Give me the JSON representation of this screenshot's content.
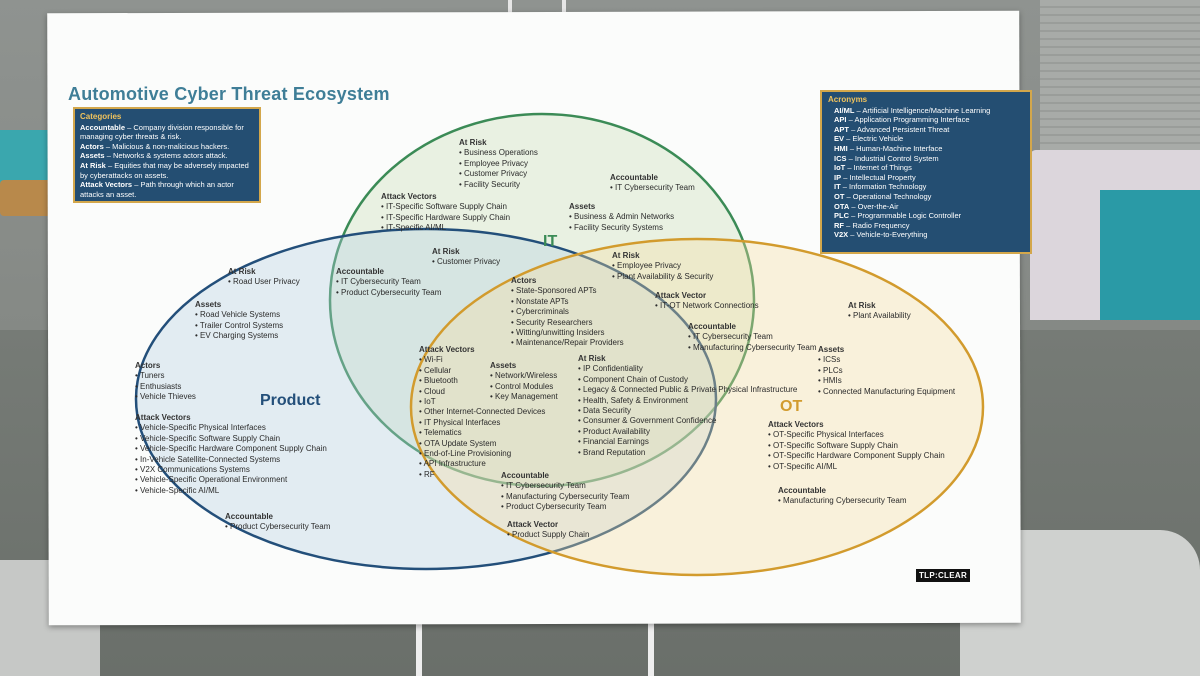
{
  "poster": {
    "title": "Automotive Cyber Threat Ecosystem",
    "tlp": "TLP:CLEAR"
  },
  "categories": {
    "heading": "Categories",
    "items": [
      {
        "term": "Accountable",
        "def": "– Company division responsible for managing cyber threats & risk."
      },
      {
        "term": "Actors",
        "def": "– Malicious & non-malicious hackers."
      },
      {
        "term": "Assets",
        "def": "– Networks & systems actors attack."
      },
      {
        "term": "At Risk",
        "def": "– Equities that may be adversely impacted by cyberattacks on assets."
      },
      {
        "term": "Attack Vectors",
        "def": "– Path through which an actor attacks an asset."
      }
    ]
  },
  "acronyms": {
    "heading": "Acronyms",
    "items": [
      {
        "term": "AI/ML",
        "def": "– Artificial Intelligence/Machine Learning"
      },
      {
        "term": "API",
        "def": "– Application Programming Interface"
      },
      {
        "term": "APT",
        "def": "– Advanced Persistent Threat"
      },
      {
        "term": "EV",
        "def": "– Electric Vehicle"
      },
      {
        "term": "HMI",
        "def": "– Human-Machine Interface"
      },
      {
        "term": "ICS",
        "def": "– Industrial Control System"
      },
      {
        "term": "IoT",
        "def": "– Internet of Things"
      },
      {
        "term": "IP",
        "def": "– Intellectual Property"
      },
      {
        "term": "IT",
        "def": "– Information Technology"
      },
      {
        "term": "OT",
        "def": "– Operational Technology"
      },
      {
        "term": "OTA",
        "def": "– Over-the-Air"
      },
      {
        "term": "PLC",
        "def": "– Programmable Logic Controller"
      },
      {
        "term": "RF",
        "def": "– Radio Frequency"
      },
      {
        "term": "V2X",
        "def": "– Vehicle-to-Everything"
      }
    ]
  },
  "colors": {
    "it": "#3b8b56",
    "product": "#234f7a",
    "ot": "#d29b2d",
    "box_bg": "#244e72",
    "box_border": "#d3a74b"
  },
  "circles": {
    "it": "IT",
    "product": "Product",
    "ot": "OT"
  },
  "sections": {
    "it_atrisk": {
      "h": "At Risk",
      "items": [
        "Business Operations",
        "Employee Privacy",
        "Customer Privacy",
        "Facility Security"
      ]
    },
    "it_accountable": {
      "h": "Accountable",
      "items": [
        "IT Cybersecurity Team"
      ]
    },
    "it_attackvectors": {
      "h": "Attack Vectors",
      "items": [
        "IT-Specific Software Supply Chain",
        "IT-Specific Hardware Supply Chain",
        "IT-Specific AI/ML"
      ]
    },
    "it_assets": {
      "h": "Assets",
      "items": [
        "Business & Admin Networks",
        "Facility Security Systems"
      ]
    },
    "itprod_atrisk": {
      "h": "At Risk",
      "items": [
        "Customer Privacy"
      ]
    },
    "itprod_accountable": {
      "h": "Accountable",
      "items": [
        "IT Cybersecurity Team",
        "Product Cybersecurity Team"
      ]
    },
    "itot_atrisk": {
      "h": "At Risk",
      "items": [
        "Employee Privacy",
        "Plant Availability & Security"
      ]
    },
    "itot_attackvector": {
      "h": "Attack Vector",
      "items": [
        "IT-OT Network Connections"
      ]
    },
    "itot_accountable": {
      "h": "Accountable",
      "items": [
        "IT Cybersecurity Team",
        "Manufacturing Cybersecurity Team"
      ]
    },
    "center_actors": {
      "h": "Actors",
      "items": [
        "State-Sponsored APTs",
        "Nonstate APTs",
        "Cybercriminals",
        "Security Researchers",
        "Witting/unwitting Insiders",
        "Maintenance/Repair Providers"
      ]
    },
    "prod_atrisk": {
      "h": "At Risk",
      "items": [
        "Road User Privacy"
      ]
    },
    "prod_assets": {
      "h": "Assets",
      "items": [
        "Road Vehicle Systems",
        "Trailer Control Systems",
        "EV Charging Systems"
      ]
    },
    "prod_actors": {
      "h": "Actors",
      "items": [
        "Tuners",
        "Enthusiasts",
        "Vehicle Thieves"
      ]
    },
    "prod_attackvectors": {
      "h": "Attack Vectors",
      "items": [
        "Vehicle-Specific Physical Interfaces",
        "Vehicle-Specific Software Supply Chain",
        "Vehicle-Specific Hardware Component Supply Chain",
        "In-Vehicle Satellite-Connected Systems",
        "V2X Communications Systems",
        "Vehicle-Specific Operational Environment",
        "Vehicle-Specific AI/ML"
      ]
    },
    "prod_accountable": {
      "h": "Accountable",
      "items": [
        "Product Cybersecurity Team"
      ]
    },
    "center_attackvectors": {
      "h": "Attack Vectors",
      "items": [
        "Wi-Fi",
        "Cellular",
        "Bluetooth",
        "Cloud",
        "IoT",
        "Other Internet-Connected Devices",
        "IT Physical Interfaces",
        "Telematics",
        "OTA Update System",
        "End-of-Line Provisioning",
        "API Infrastructure",
        "RF"
      ]
    },
    "center_assets": {
      "h": "Assets",
      "items": [
        "Network/Wireless",
        "Control Modules",
        "Key Management"
      ]
    },
    "center_atrisk": {
      "h": "At Risk",
      "items": [
        "IP Confidentiality",
        "Component Chain of Custody",
        "Legacy & Connected Public & Private Physical Infrastructure",
        "Health, Safety & Environment",
        "Data Security",
        "Consumer & Government Confidence",
        "Product Availability",
        "Financial Earnings",
        "Brand Reputation"
      ]
    },
    "center_accountable": {
      "h": "Accountable",
      "items": [
        "IT Cybersecurity Team",
        "Manufacturing Cybersecurity Team",
        "Product Cybersecurity Team"
      ]
    },
    "prodot_attackvector": {
      "h": "Attack Vector",
      "items": [
        "Product Supply Chain"
      ]
    },
    "ot_atrisk": {
      "h": "At Risk",
      "items": [
        "Plant Availability"
      ]
    },
    "ot_assets": {
      "h": "Assets",
      "items": [
        "ICSs",
        "PLCs",
        "HMIs",
        "Connected Manufacturing Equipment"
      ]
    },
    "ot_attackvectors": {
      "h": "Attack Vectors",
      "items": [
        "OT-Specific Physical Interfaces",
        "OT-Specific Software Supply Chain",
        "OT-Specific Hardware Component Supply Chain",
        "OT-Specific AI/ML"
      ]
    },
    "ot_accountable": {
      "h": "Accountable",
      "items": [
        "Manufacturing Cybersecurity Team"
      ]
    }
  }
}
